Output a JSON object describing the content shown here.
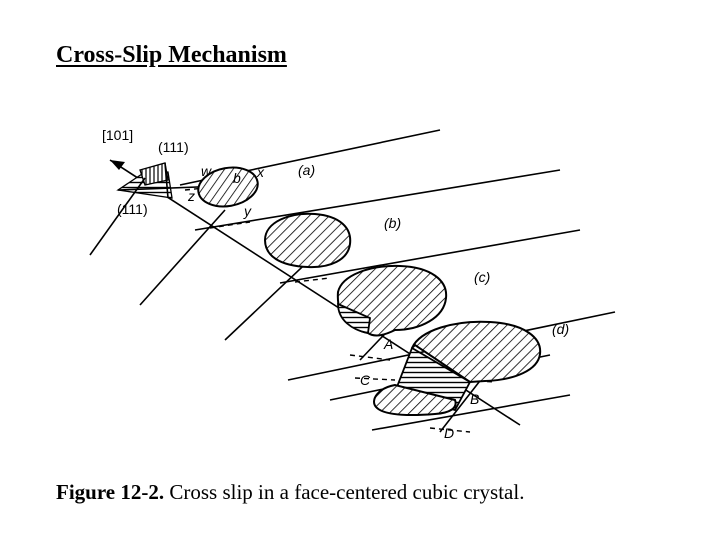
{
  "title": "Cross-Slip Mechanism",
  "caption": {
    "figure_number": "Figure 12-2.",
    "text": " Cross slip in a face-centered cubic crystal."
  },
  "diagram": {
    "direction_label": "[101]",
    "plane_label_top": "(111)",
    "plane_label_bottom": "(111)",
    "burgers_label": "b",
    "point_labels": [
      "w",
      "x",
      "z",
      "y"
    ],
    "stage_labels": [
      "(a)",
      "(b)",
      "(c)",
      "(d)"
    ],
    "cross_slip_labels": [
      "A",
      "B",
      "C",
      "D"
    ]
  }
}
